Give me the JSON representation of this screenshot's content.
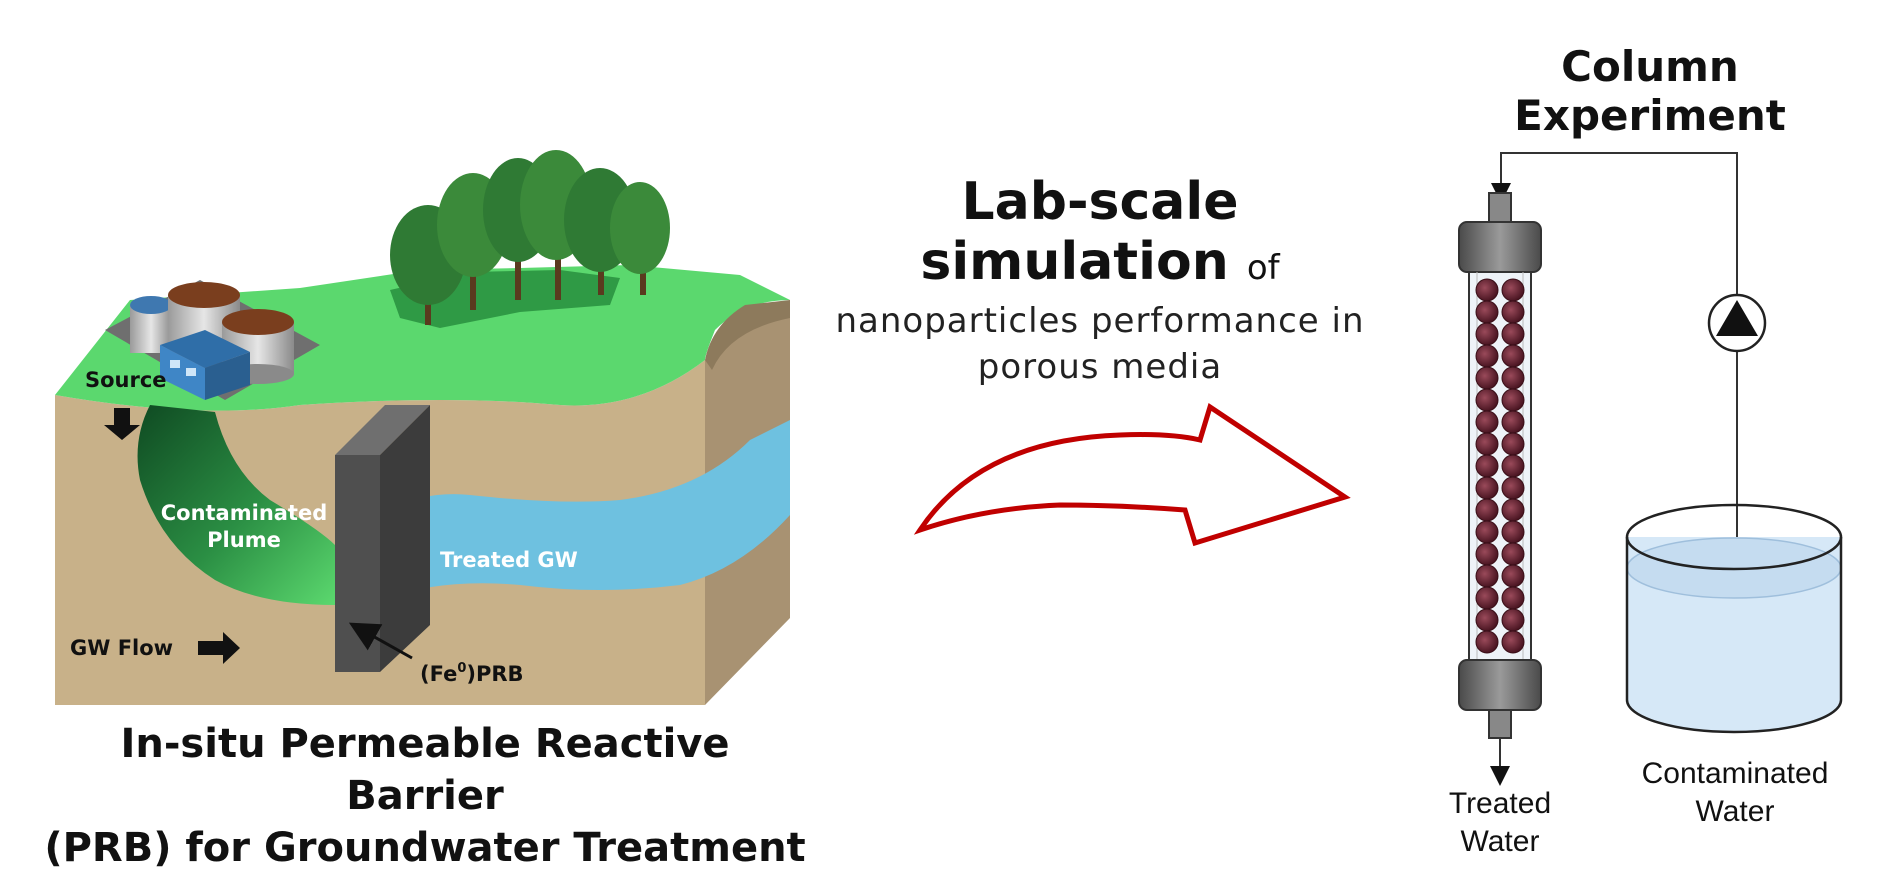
{
  "left_panel": {
    "source_label": "Source",
    "plume_label_line1": "Contaminated",
    "plume_label_line2": "Plume",
    "treated_gw_label": "Treated GW",
    "gw_flow_label": "GW Flow",
    "prb_label_prefix": "(Fe",
    "prb_label_superscript": "0",
    "prb_label_suffix": ")PRB",
    "caption_line1": "In-situ Permeable Reactive Barrier",
    "caption_line2": "(PRB) for Groundwater Treatment"
  },
  "center_panel": {
    "title_line1": "Lab-scale",
    "title_line2": "simulation",
    "title_of": "of",
    "subtitle_line1": "nanoparticles performance in",
    "subtitle_line2": "porous media",
    "arrow_color": "#c00000"
  },
  "right_panel": {
    "title": "Column Experiment",
    "treated_water_line1": "Treated",
    "treated_water_line2": "Water",
    "contaminated_water_line1": "Contaminated",
    "contaminated_water_line2": "Water"
  },
  "colors": {
    "grass": "#5bd86e",
    "soil": "#c8b189",
    "soil_side": "#a89272",
    "plume_dark": "#145c2a",
    "plume_light": "#4cc85a",
    "treated_gw": "#6ec1e0",
    "barrier": "#555555",
    "water": "#d6e8f7",
    "column_cap": "#707070",
    "particle": "#7a2d3a"
  },
  "icons": [
    "tree-icon",
    "treatment-plant-icon",
    "pump-icon",
    "down-arrow-icon",
    "right-arrow-icon"
  ]
}
